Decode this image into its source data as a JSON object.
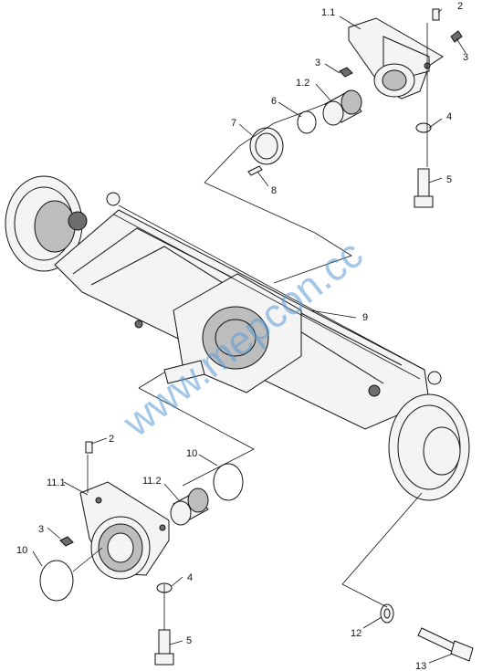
{
  "callouts": {
    "c1_1": "1.1",
    "c2_top": "2",
    "c3_top_right": "3",
    "c3_top": "3",
    "c1_2": "1.2",
    "c4_top": "4",
    "c6": "6",
    "c7": "7",
    "c5_top": "5",
    "c8": "8",
    "c9": "9",
    "c2_bottom": "2",
    "c10_upper": "10",
    "c11_1": "11.1",
    "c11_2": "11.2",
    "c3_bottom": "3",
    "c10_lower": "10",
    "c4_bottom": "4",
    "c5_bottom": "5",
    "c12": "12",
    "c13": "13"
  },
  "watermark": "www.mepcon.cc",
  "colors": {
    "line": "#111111",
    "watermark": "#5b9bd5",
    "background": "#ffffff"
  }
}
